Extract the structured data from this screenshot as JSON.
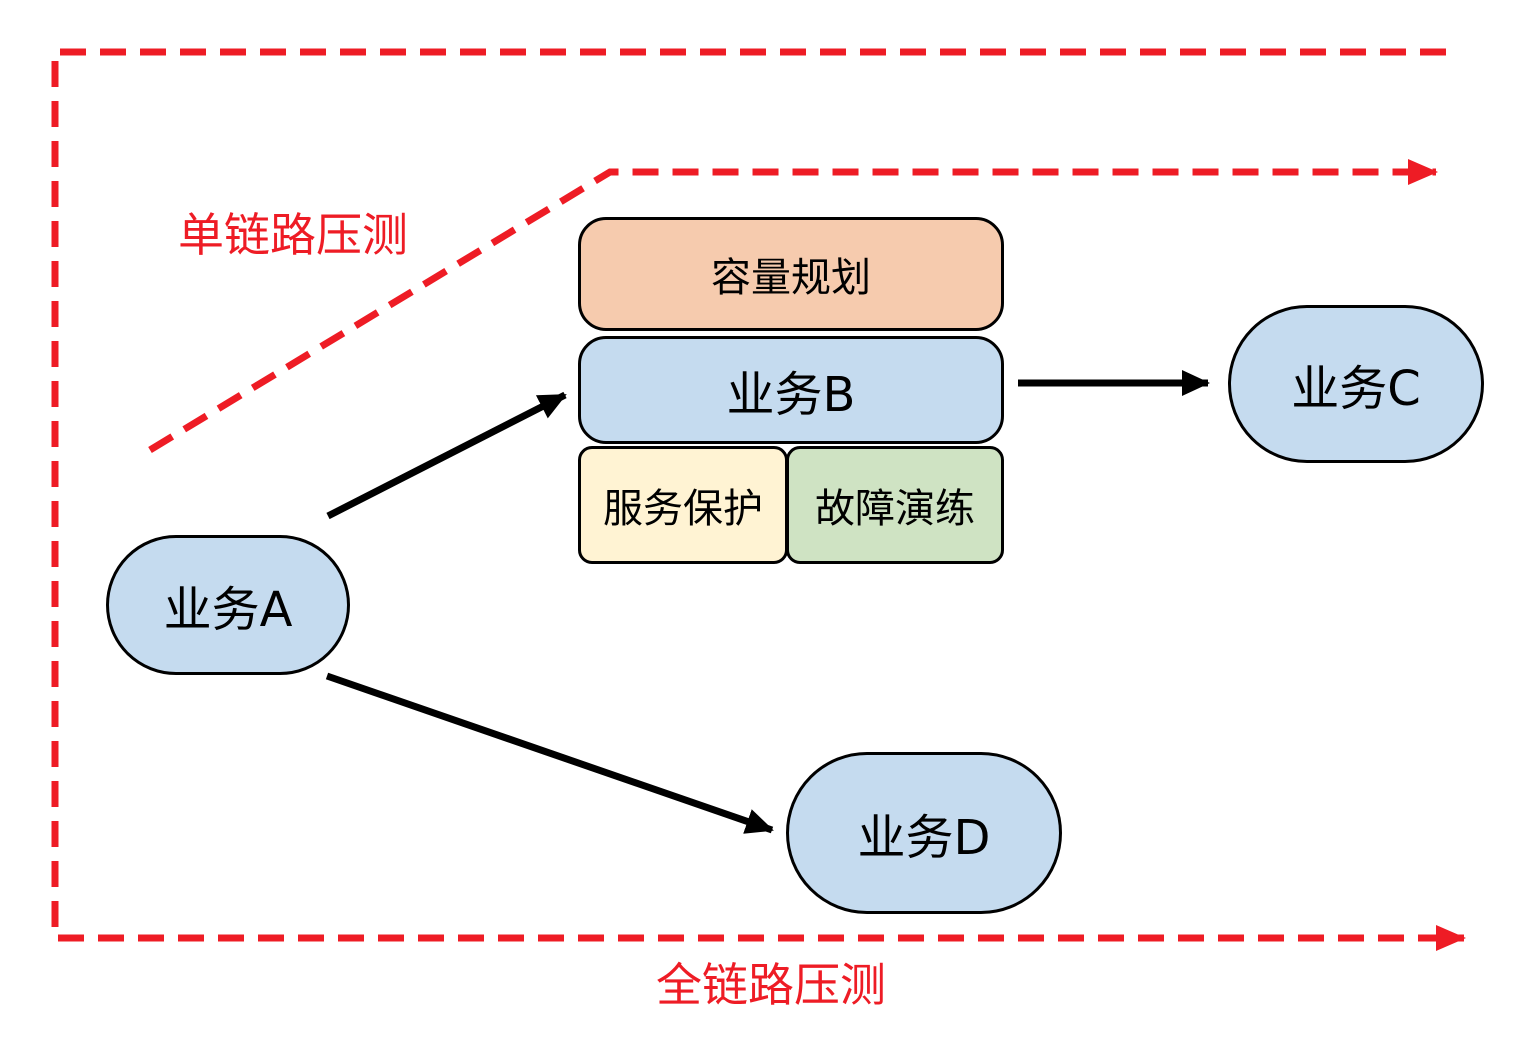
{
  "labels": {
    "single_link": "单链路压测",
    "full_link": "全链路压测"
  },
  "nodes": {
    "a": "业务A",
    "b": "业务B",
    "c": "业务C",
    "d": "业务D",
    "capacity": "容量规划",
    "protection": "服务保护",
    "drill": "故障演练"
  },
  "colors": {
    "dashed_line": "#ee1c25",
    "service_fill": "#c5dbef",
    "capacity_fill": "#f6cbae",
    "protection_fill": "#fff3d3",
    "drill_fill": "#cfe3c3",
    "arrow": "#000000"
  }
}
